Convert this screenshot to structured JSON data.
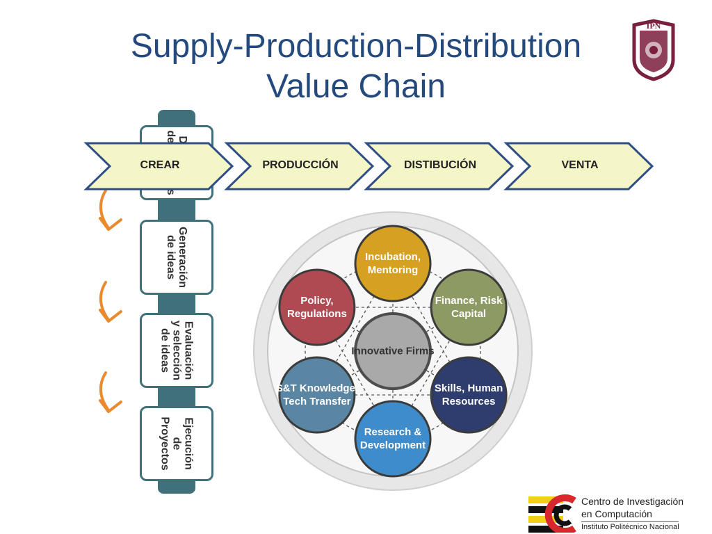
{
  "title": {
    "line1": "Supply-Production-Distribution",
    "line2": "Value Chain"
  },
  "value_chain": {
    "stages": [
      "CREAR",
      "PRODUCCIÓN",
      "DISTIBUCIÓN",
      "VENTA"
    ]
  },
  "process_steps": [
    "Definición de objetivos",
    "Generación de ideas",
    "Evaluación y selección de ideas",
    "Ejecución de Proyectos"
  ],
  "ecosystem": {
    "center": "Innovative Firms",
    "nodes": [
      {
        "label": "Incubation, Mentoring",
        "color": "#d6a022"
      },
      {
        "label": "Finance, Risk Capital",
        "color": "#8e9a63"
      },
      {
        "label": "Skills, Human Resources",
        "color": "#2e3d6e"
      },
      {
        "label": "Research & Development",
        "color": "#3f8ccc"
      },
      {
        "label": "S&T Knowledge, Tech Transfer",
        "color": "#5b86a3"
      },
      {
        "label": "Policy, Regulations",
        "color": "#b04a52"
      }
    ],
    "center_color": "#a9a9a9"
  },
  "logos": {
    "ipn": "IPN",
    "cic_line1": "Centro de Investigación",
    "cic_line2": "en Computación",
    "cic_sub": "Instituto Politécnico Nacional"
  },
  "colors": {
    "title": "#23497d",
    "chevron_fill": "#f5f6c8",
    "chevron_stroke": "#2f4f84",
    "strip": "#40707a",
    "arrow": "#e98a2f",
    "ipn": "#7a1f3d",
    "cic_yellow": "#f2d016",
    "cic_red": "#d8282e"
  }
}
